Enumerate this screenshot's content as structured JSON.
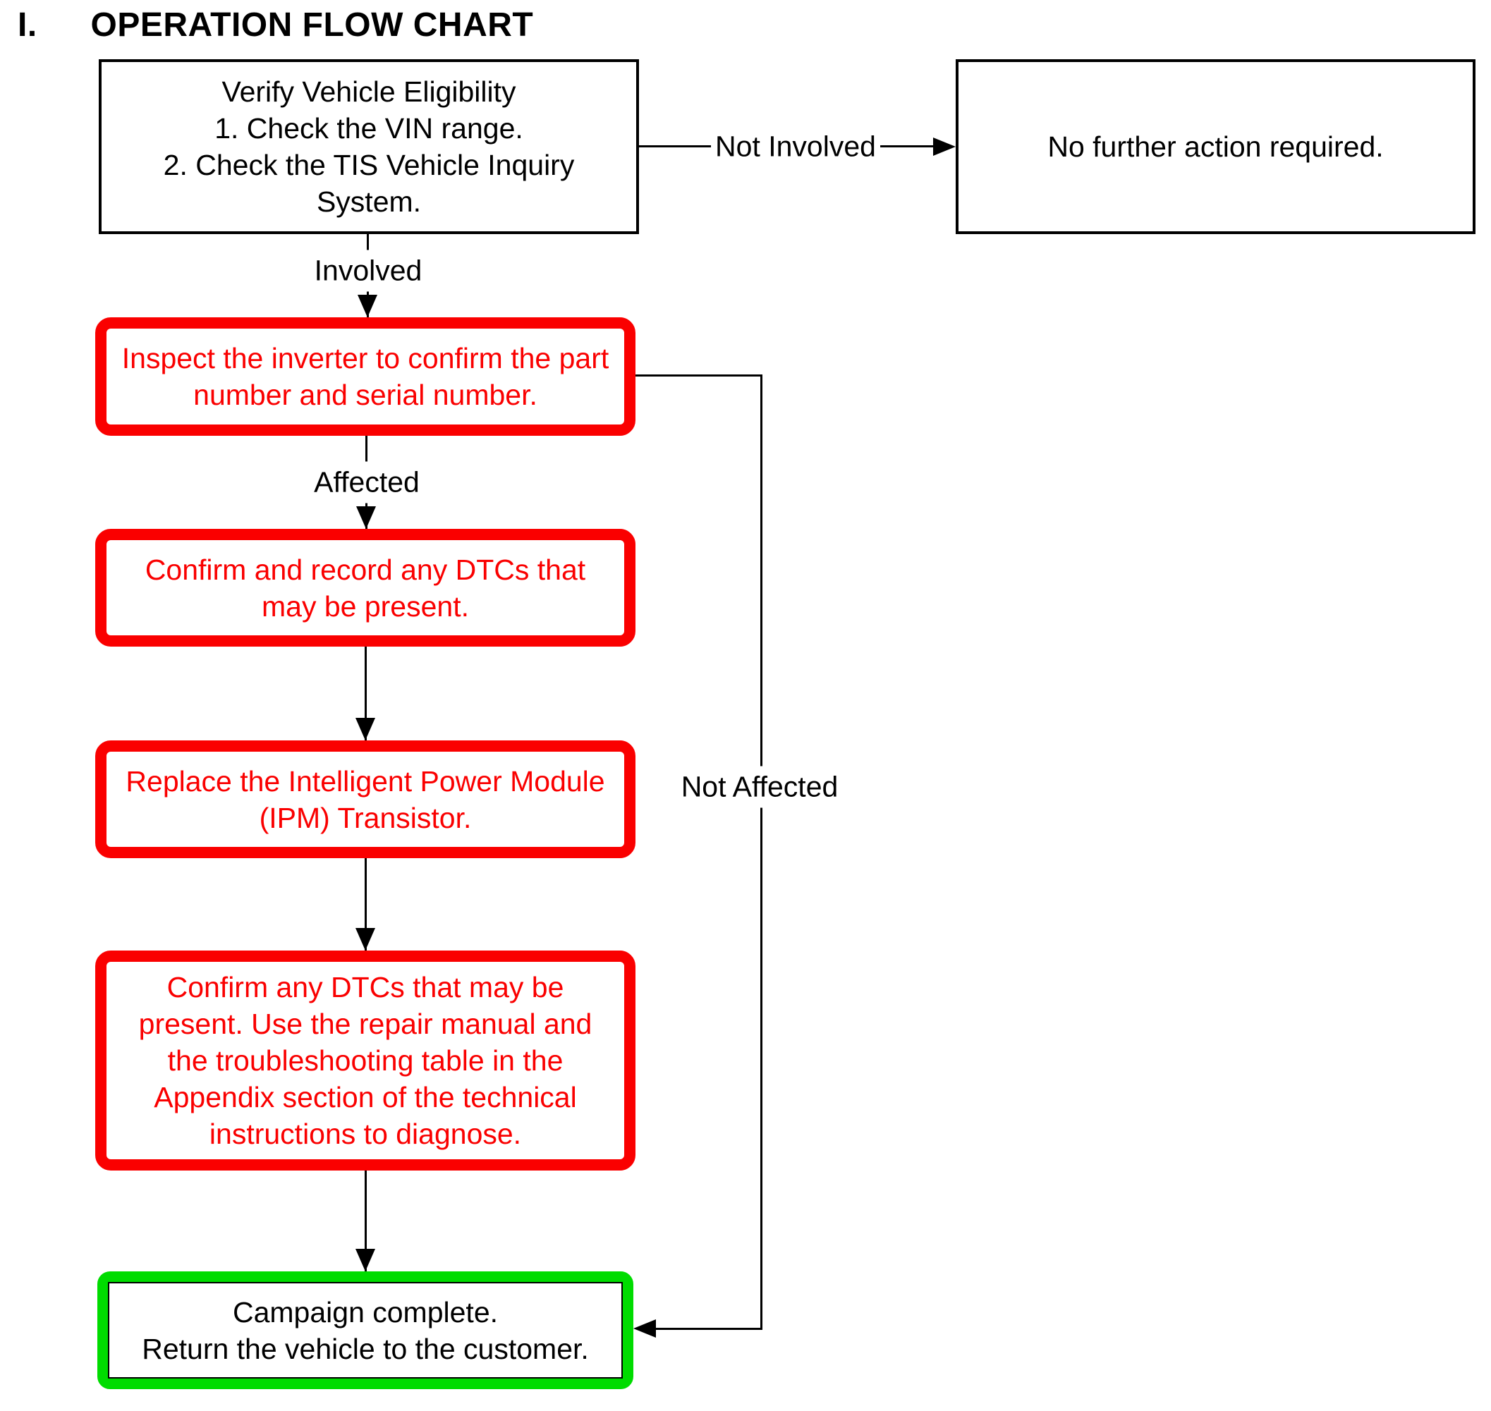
{
  "title": {
    "numeral": "I.",
    "text": "OPERATION FLOW CHART"
  },
  "colors": {
    "highlight_red": "#fa0000",
    "highlight_green": "#00dc00",
    "line_black": "#000000",
    "background": "#ffffff"
  },
  "nodes": {
    "verify": {
      "lines": [
        "Verify Vehicle Eligibility",
        "1. Check the VIN range.",
        "2. Check the TIS Vehicle Inquiry",
        "System."
      ]
    },
    "no_action": {
      "text": "No further action required."
    },
    "inspect": {
      "lines": [
        "Inspect the inverter to confirm the part",
        "number and serial number."
      ]
    },
    "confirm_record": {
      "lines": [
        "Confirm and record any DTCs that",
        "may be present."
      ]
    },
    "replace_ipm": {
      "lines": [
        "Replace the Intelligent Power Module",
        "(IPM) Transistor."
      ]
    },
    "confirm_diagnose": {
      "lines": [
        "Confirm any DTCs that may be",
        "present. Use the repair manual and",
        "the troubleshooting table in the",
        "Appendix section of the technical",
        "instructions to diagnose."
      ]
    },
    "complete": {
      "lines": [
        "Campaign complete.",
        "Return the vehicle to the customer."
      ]
    }
  },
  "edges": {
    "not_involved": "Not Involved",
    "involved": "Involved",
    "affected": "Affected",
    "not_affected": "Not Affected"
  }
}
